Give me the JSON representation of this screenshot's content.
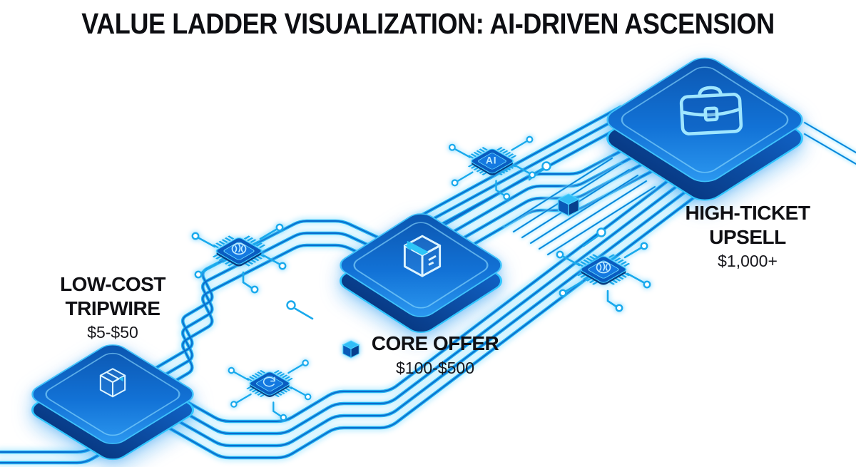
{
  "title": "VALUE LADDER VISUALIZATION: AI-DRIVEN ASCENSION",
  "tiers": {
    "tripwire": {
      "name": "LOW-COST\nTRIPWIRE",
      "price": "$5-$50",
      "icon": "package-icon"
    },
    "core": {
      "name": "CORE OFFER",
      "price": "$100-$500",
      "icon": "package-icon"
    },
    "high_ticket": {
      "name": "HIGH-TICKET\nUPSELL",
      "price": "$1,000+",
      "icon": "briefcase-icon"
    }
  },
  "chips": {
    "ai_label": "AI"
  },
  "icons": [
    "ai-chip-icon",
    "package-icon",
    "briefcase-icon",
    "cube-node-icon",
    "ring-node-icon"
  ],
  "colors": {
    "background": "#ffffff",
    "title_text": "#0d0e12",
    "trace_bright": "#25b4f1",
    "trace_core": "#0b6ccd",
    "trace_glow": "#a5e7ff",
    "platform_dark": "#0b54ad",
    "platform_light": "#2e9bf2",
    "platform_rim": "#38c9ff",
    "icon_stroke": "#ddf4ff"
  }
}
